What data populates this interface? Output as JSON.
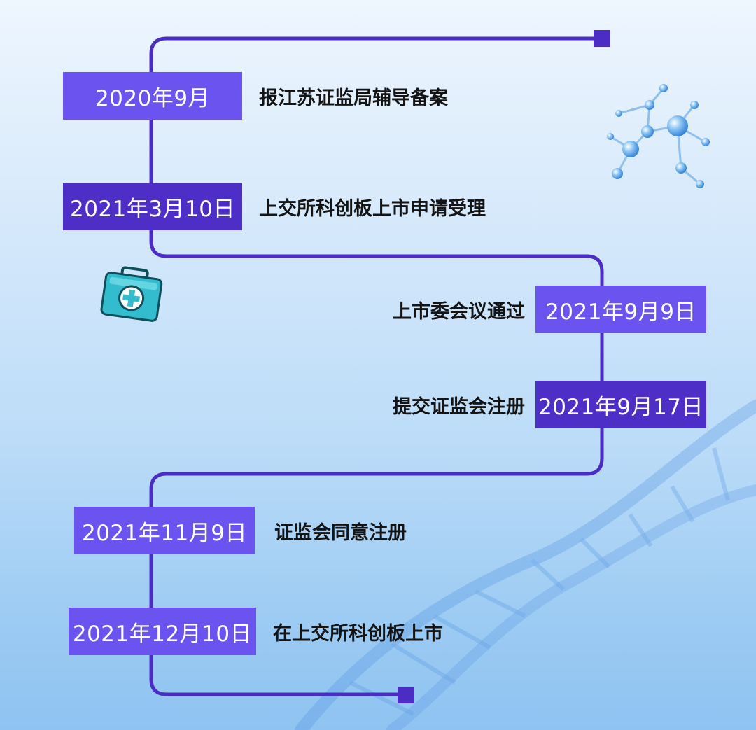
{
  "colors": {
    "line": "#4b2cc4",
    "date_box_light": "#6a53ef",
    "date_box_dark": "#4d2fc8",
    "label_text": "#141414",
    "medkit": "#33bccd"
  },
  "icons": [
    "molecule-icon",
    "medical-kit-icon",
    "dna-helix-icon"
  ],
  "timeline": [
    {
      "date": "2020年9月",
      "event": "报江苏证监局辅导备案"
    },
    {
      "date": "2021年3月10日",
      "event": "上交所科创板上市申请受理"
    },
    {
      "date": "2021年9月9日",
      "event": "上市委会议通过"
    },
    {
      "date": "2021年9月17日",
      "event": "提交证监会注册"
    },
    {
      "date": "2021年11月9日",
      "event": "证监会同意注册"
    },
    {
      "date": "2021年12月10日",
      "event": "在上交所科创板上市"
    }
  ]
}
